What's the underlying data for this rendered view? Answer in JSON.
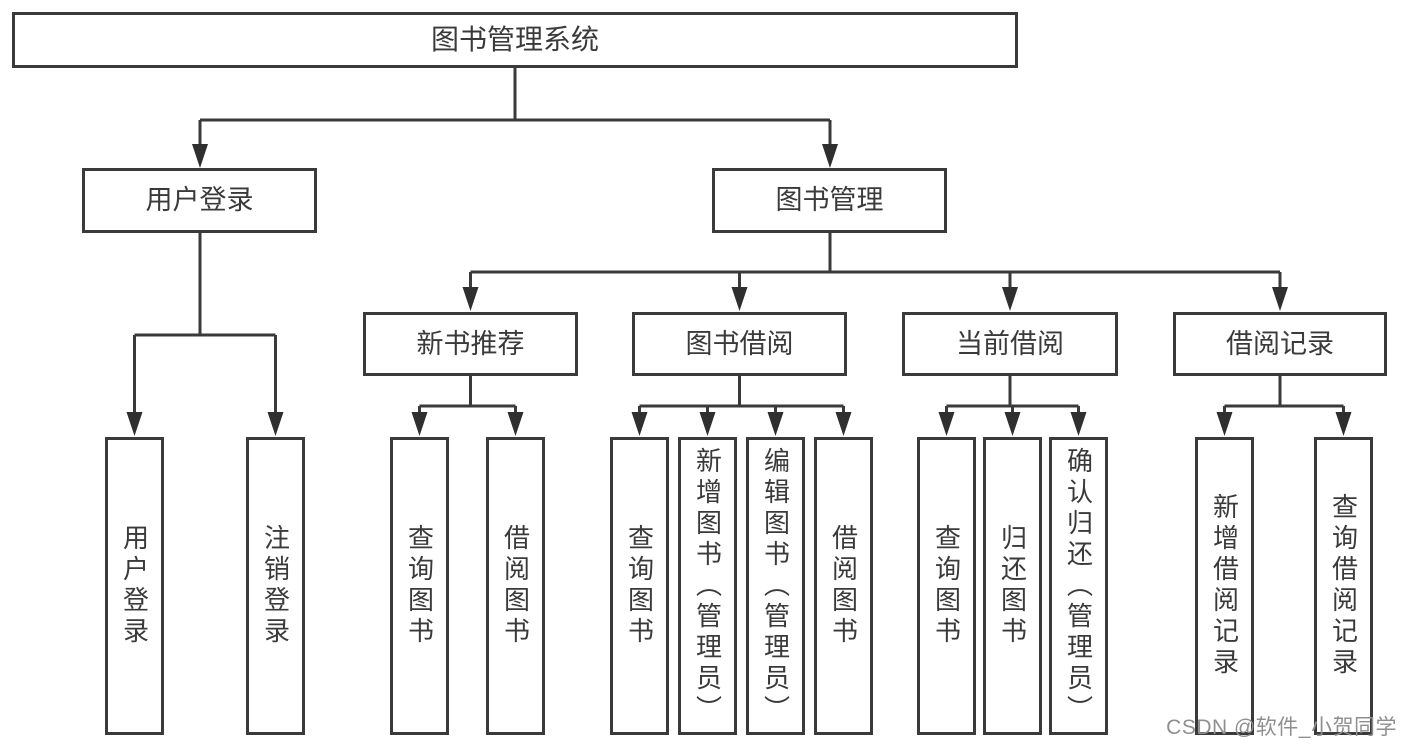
{
  "diagram": {
    "type": "hierarchy-tree",
    "root": {
      "label": "图书管理系统"
    },
    "level2": [
      {
        "label": "用户登录"
      },
      {
        "label": "图书管理"
      }
    ],
    "level3": [
      {
        "label": "新书推荐"
      },
      {
        "label": "图书借阅"
      },
      {
        "label": "当前借阅"
      },
      {
        "label": "借阅记录"
      }
    ],
    "leaves": {
      "user_login": [
        {
          "label": "用户登录"
        },
        {
          "label": "注销登录"
        }
      ],
      "new_book": [
        {
          "label": "查询图书"
        },
        {
          "label": "借阅图书"
        }
      ],
      "book_borrow": [
        {
          "label": "查询图书"
        },
        {
          "label": "新增图书（管理员）"
        },
        {
          "label": "编辑图书（管理员）"
        },
        {
          "label": "借阅图书"
        }
      ],
      "current_borrow": [
        {
          "label": "查询图书"
        },
        {
          "label": "归还图书"
        },
        {
          "label": "确认归还（管理员）"
        }
      ],
      "borrow_records": [
        {
          "label": "新增借阅记录"
        },
        {
          "label": "查询借阅记录"
        }
      ]
    }
  },
  "watermark": {
    "text": "CSDN @软件_小贺同学"
  },
  "colors": {
    "line": "#3a3a3a",
    "text": "#3a3a3a",
    "background": "#ffffff",
    "watermark": "#8f8f8f"
  }
}
